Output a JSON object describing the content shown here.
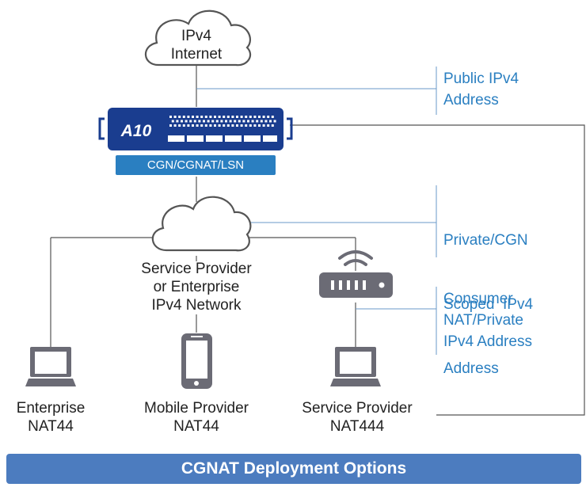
{
  "top_cloud": {
    "line1": "IPv4",
    "line2": "Internet"
  },
  "device": {
    "logo": "A10",
    "label": "CGN/CGNAT/LSN"
  },
  "middle_cloud": {
    "line1": "Service Provider",
    "line2": "or Enterprise",
    "line3": "IPv4 Network"
  },
  "annotations": {
    "public": [
      "Public IPv4",
      "Address"
    ],
    "private_cgn": [
      "Private/CGN",
      "Scoped  IPv4",
      "Address"
    ],
    "consumer": [
      "Consumer",
      "NAT/Private",
      "IPv4 Address"
    ]
  },
  "endpoints": {
    "enterprise": {
      "name": "Enterprise",
      "type": "NAT44"
    },
    "mobile": {
      "name": "Mobile Provider",
      "type": "NAT44"
    },
    "service": {
      "name": "Service Provider",
      "type": "NAT444"
    }
  },
  "banner": "CGNAT Deployment Options",
  "colors": {
    "accent_blue": "#2a7fc1",
    "device_navy": "#1a3d8f",
    "banner": "#4c7cbf",
    "device_gray": "#6b6b75"
  }
}
